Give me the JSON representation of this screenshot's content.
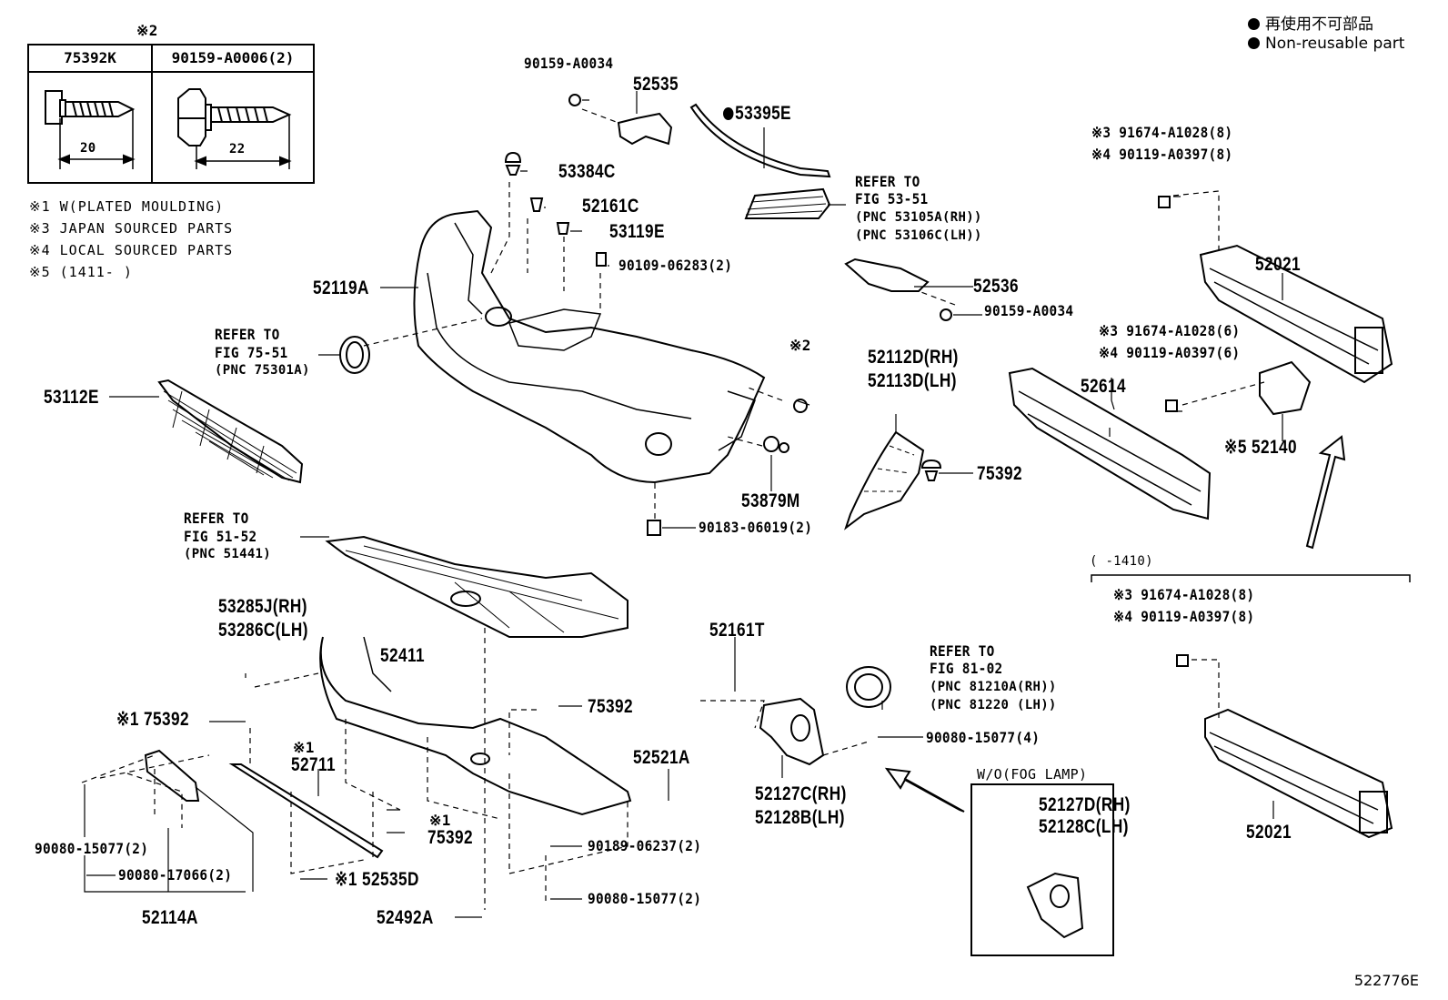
{
  "legend": {
    "japanese": "再使用不可部品",
    "english": "Non-reusable part"
  },
  "image_id": "522776E",
  "table": {
    "marker": "※2",
    "col1_part": "75392K",
    "col2_part": "90159-A0006(2)",
    "col1_dim": "20",
    "col2_dim": "22"
  },
  "notes": [
    "※1  W(PLATED MOULDING)",
    "※3 JAPAN SOURCED PARTS",
    "※4 LOCAL SOURCED PARTS",
    "※5 (1411-       )"
  ],
  "labels": {
    "p90159_A0034_top": "90159-A0034",
    "p52535": "52535",
    "p53395E": "53395E",
    "p53384C": "53384C",
    "p52161C": "52161C",
    "p53119E": "53119E",
    "p90109_06283": "90109-06283(2)",
    "p52119A": "52119A",
    "refer_grille_1": "REFER TO",
    "refer_grille_2": "FIG 53-51",
    "refer_grille_3": "(PNC 53105A(RH))",
    "refer_grille_4": "(PNC 53106C(LH))",
    "p52536": "52536",
    "p90159_A0034_mid": "90159-A0034",
    "refer_emblem_1": "REFER TO",
    "refer_emblem_2": "FIG 75-51",
    "refer_emblem_3": "(PNC 75301A)",
    "p53112E": "53112E",
    "mark2_small": "※2",
    "p52112D": "52112D(RH)",
    "p52113D": "52113D(LH)",
    "p53879M": "53879M",
    "p75392_mid": "75392",
    "p90183_06019": "90183-06019(2)",
    "r_top_3": "※3 91674-A1028(8)",
    "r_top_4": "※4 90119-A0397(8)",
    "p52021_top": "52021",
    "r_mid_3": "※3 91674-A1028(6)",
    "r_mid_4": "※4 90119-A0397(6)",
    "p52614": "52614",
    "p52140": "※5 52140",
    "range_1410": "(      -1410)",
    "r_low_3": "※3 91674-A1028(8)",
    "r_low_4": "※4 90119-A0397(8)",
    "p52021_bot": "52021",
    "refer_cover_1": "REFER TO",
    "refer_cover_2": "FIG 51-52",
    "refer_cover_3": "(PNC 51441)",
    "p53285J": "53285J(RH)",
    "p53286C": "53286C(LH)",
    "p52411": "52411",
    "p75392_plated": "※1 75392",
    "p75392_right": "75392",
    "mark1_a": "※1",
    "p52711": "52711",
    "p52521A": "52521A",
    "p52161T": "52161T",
    "refer_fog_1": "REFER TO",
    "refer_fog_2": "FIG 81-02",
    "refer_fog_3": "(PNC 81210A(RH))",
    "refer_fog_4": "(PNC 81220 (LH))",
    "p90080_15077_4": "90080-15077(4)",
    "p52127C": "52127C(RH)",
    "p52128B": "52128B(LH)",
    "wo_fog": "W/O(FOG LAMP)",
    "p52127D": "52127D(RH)",
    "p52128C": "52128C(LH)",
    "mark1_b": "※1",
    "p75392_low": "75392",
    "p90189_06237": "90189-06237(2)",
    "p90080_15077_2a": "90080-15077(2)",
    "p90080_17066": "90080-17066(2)",
    "p52535D": "※1 52535D",
    "p90080_15077_2b": "90080-15077(2)",
    "p52114A": "52114A",
    "p52492A": "52492A"
  }
}
